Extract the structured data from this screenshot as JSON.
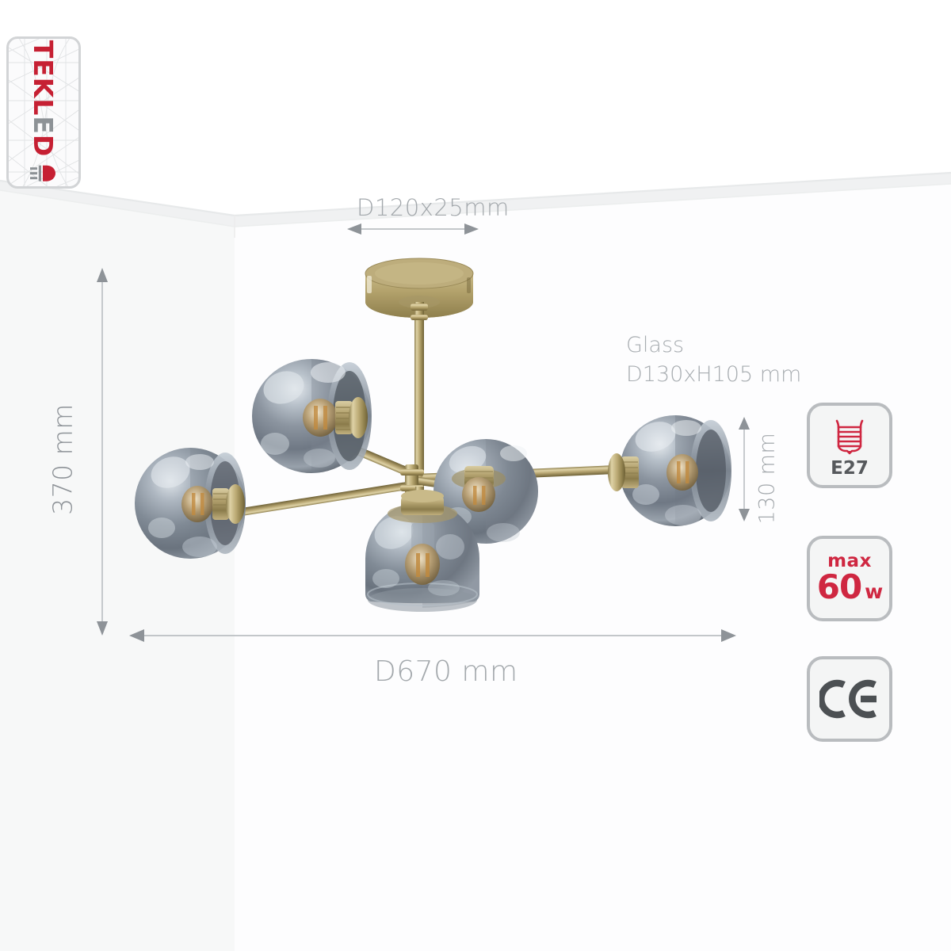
{
  "product": {
    "type": "ceiling-chandelier",
    "finish": "antique brass",
    "shade": "smoked mirrored glass globe",
    "lamp_count": 5
  },
  "brand": {
    "logo_text_1": "TEKL",
    "logo_text_2": "E",
    "logo_text_3": "D",
    "full_name": "TEKLED",
    "logo_red": "#c62033",
    "logo_gray": "#8d9296"
  },
  "dimensions": {
    "ceiling_plate": {
      "label": "D120x25mm",
      "orientation": "horizontal"
    },
    "height": {
      "label": "370 mm",
      "orientation": "vertical"
    },
    "width": {
      "label": "D670 mm",
      "orientation": "horizontal"
    },
    "glass_height": {
      "label": "130 mm",
      "orientation": "vertical"
    }
  },
  "glass_note": {
    "line1": "Glass",
    "line2": "D130xH105 mm"
  },
  "badges": {
    "socket": {
      "icon": "lamp-base-icon",
      "label": "E27",
      "color": "#cf2741"
    },
    "wattage": {
      "max_label": "max",
      "value": "60",
      "unit": "w",
      "color": "#cf2741"
    },
    "certification": {
      "label": "CE",
      "icon": "ce-mark-icon",
      "color": "#4c5053"
    }
  },
  "colors": {
    "background_left": "#f7f8f8",
    "background_wall": "#fdfdfe",
    "ceiling": "#ffffff",
    "dimension_line": "#9ea3a7",
    "brass_light": "#cfc08c",
    "brass_mid": "#a8975f",
    "brass_dark": "#7d6f40",
    "glass_smoke": "#9aa2ac"
  }
}
